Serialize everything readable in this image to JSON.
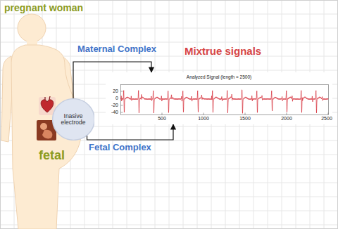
{
  "diagram": {
    "nodes": [
      {
        "text": [
          "Inasive electrode"
        ]
      },
      {
        "text": [
          "Analyzed Signal (length = 2500)"
        ]
      }
    ],
    "edges": [
      {
        "from": 0,
        "to": 1,
        "arrow": "to",
        "label": "Maternal Complex"
      },
      {
        "from": 0,
        "to": 1,
        "arrow": "to",
        "label": "Fetal Complex"
      }
    ],
    "labels": [
      "pregnant woman",
      "Mixtrue signals",
      "20",
      "0",
      "-20",
      "-40",
      "500",
      "1000",
      "1500",
      "2000",
      "2500",
      "fetal"
    ]
  }
}
